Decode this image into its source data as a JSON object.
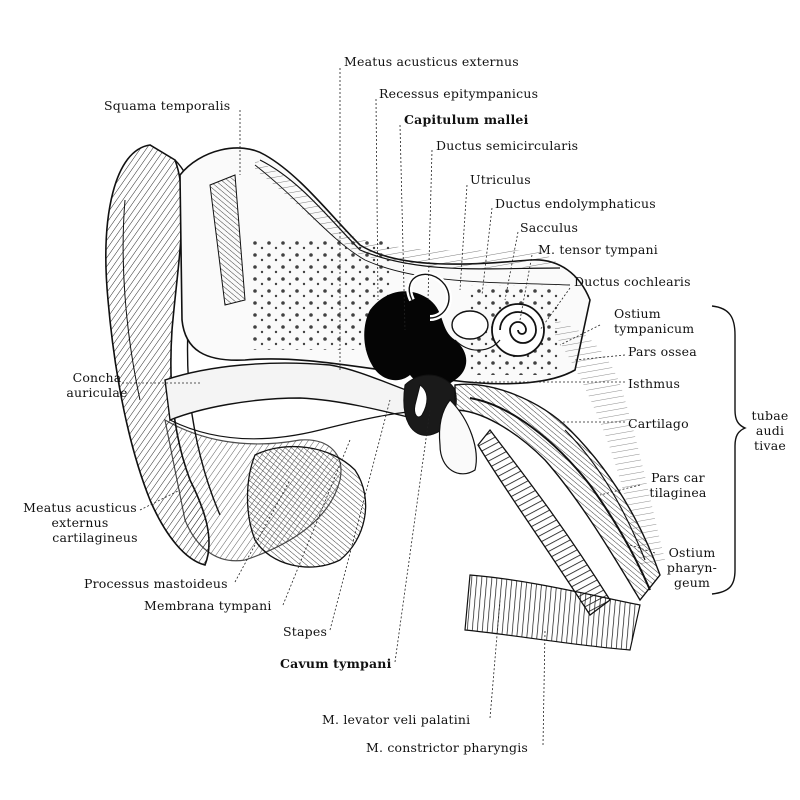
{
  "colors": {
    "ink": "#111111",
    "paper": "#ffffff",
    "hatch": "#2a2a2a",
    "cavity": "#050505"
  },
  "labels": {
    "meatus_acusticus_externus": "Meatus acusticus externus",
    "squama_temporalis": "Squama temporalis",
    "recessus_epitympanicus": "Recessus epitympanicus",
    "capitulum_mallei": "Capitulum mallei",
    "ductus_semicircularis": "Ductus semicircularis",
    "utriculus": "Utriculus",
    "ductus_endolymphaticus": "Ductus endolymphaticus",
    "sacculus": "Sacculus",
    "m_tensor_tympani": "M. tensor tympani",
    "ductus_cochlearis": "Ductus cochlearis",
    "ostium_tympanicum_1": "Ostium",
    "ostium_tympanicum_2": "tympanicum",
    "pars_ossea": "Pars ossea",
    "isthmus": "Isthmus",
    "cartilago": "Cartilago",
    "tubae_1": "tubae",
    "tubae_2": "audi",
    "tubae_3": "tivae",
    "pars_cartilaginea_1": "Pars car",
    "pars_cartilaginea_2": "tilaginea",
    "ostium_pharyngeum_1": "Ostium",
    "ostium_pharyngeum_2": "pharyn-",
    "ostium_pharyngeum_3": "geum",
    "concha_auriculae_1": "Concha",
    "concha_auriculae_2": "auriculae",
    "meatus_cartilagineus_1": "Meatus acusticus",
    "meatus_cartilagineus_2": "externus",
    "meatus_cartilagineus_3": "cartilagineus",
    "processus_mastoideus": "Processus mastoideus",
    "membrana_tympani": "Membrana tympani",
    "stapes": "Stapes",
    "cavum_tympani": "Cavum tympani",
    "m_levator_veli_palatini": "M. levator veli palatini",
    "m_constrictor_pharyngis": "M. constrictor pharyngis"
  }
}
